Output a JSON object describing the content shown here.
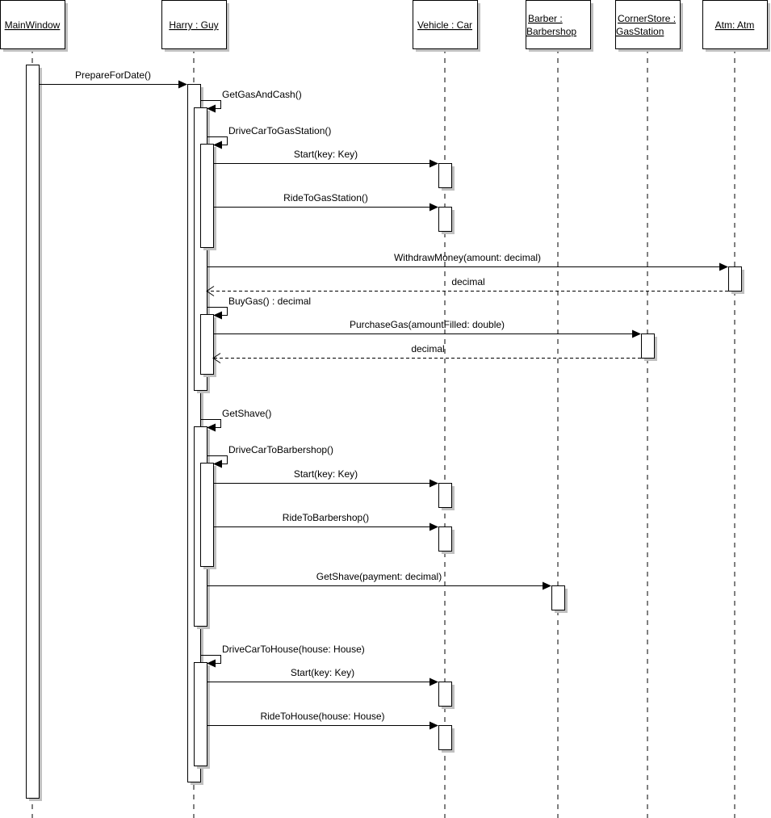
{
  "diagram": {
    "type": "uml-sequence",
    "lifelines": [
      {
        "id": "mainwindow",
        "label_lines": [
          "MainWindow"
        ]
      },
      {
        "id": "harry",
        "label_lines": [
          "Harry : Guy"
        ]
      },
      {
        "id": "vehicle",
        "label_lines": [
          "Vehicle : Car"
        ]
      },
      {
        "id": "barber",
        "label_lines": [
          "Barber :",
          "Barbershop"
        ]
      },
      {
        "id": "cornerstore",
        "label_lines": [
          "CornerStore :",
          "GasStation"
        ]
      },
      {
        "id": "atm",
        "label_lines": [
          "Atm: Atm"
        ]
      }
    ],
    "messages": [
      {
        "id": "m1",
        "from": "mainwindow",
        "to": "harry",
        "kind": "call",
        "label": "PrepareForDate()"
      },
      {
        "id": "m2",
        "from": "harry",
        "to": "harry",
        "kind": "self",
        "label": "GetGasAndCash()"
      },
      {
        "id": "m3",
        "from": "harry",
        "to": "harry",
        "kind": "self",
        "label": "DriveCarToGasStation()"
      },
      {
        "id": "m4",
        "from": "harry",
        "to": "vehicle",
        "kind": "call",
        "label": "Start(key: Key)"
      },
      {
        "id": "m5",
        "from": "harry",
        "to": "vehicle",
        "kind": "call",
        "label": "RideToGasStation()"
      },
      {
        "id": "m6",
        "from": "harry",
        "to": "atm",
        "kind": "call",
        "label": "WithdrawMoney(amount: decimal)"
      },
      {
        "id": "m7",
        "from": "atm",
        "to": "harry",
        "kind": "return",
        "label": "decimal"
      },
      {
        "id": "m8",
        "from": "harry",
        "to": "harry",
        "kind": "self",
        "label": "BuyGas() : decimal"
      },
      {
        "id": "m9",
        "from": "harry",
        "to": "cornerstore",
        "kind": "call",
        "label": "PurchaseGas(amountFilled: double)"
      },
      {
        "id": "m10",
        "from": "cornerstore",
        "to": "harry",
        "kind": "return",
        "label": "decimal"
      },
      {
        "id": "m11",
        "from": "harry",
        "to": "harry",
        "kind": "self",
        "label": "GetShave()"
      },
      {
        "id": "m12",
        "from": "harry",
        "to": "harry",
        "kind": "self",
        "label": "DriveCarToBarbershop()"
      },
      {
        "id": "m13",
        "from": "harry",
        "to": "vehicle",
        "kind": "call",
        "label": "Start(key: Key)"
      },
      {
        "id": "m14",
        "from": "harry",
        "to": "vehicle",
        "kind": "call",
        "label": "RideToBarbershop()"
      },
      {
        "id": "m15",
        "from": "harry",
        "to": "barber",
        "kind": "call",
        "label": "GetShave(payment: decimal)"
      },
      {
        "id": "m16",
        "from": "harry",
        "to": "harry",
        "kind": "self",
        "label": "DriveCarToHouse(house: House)"
      },
      {
        "id": "m17",
        "from": "harry",
        "to": "vehicle",
        "kind": "call",
        "label": "Start(key: Key)"
      },
      {
        "id": "m18",
        "from": "harry",
        "to": "vehicle",
        "kind": "call",
        "label": "RideToHouse(house: House)"
      }
    ]
  }
}
